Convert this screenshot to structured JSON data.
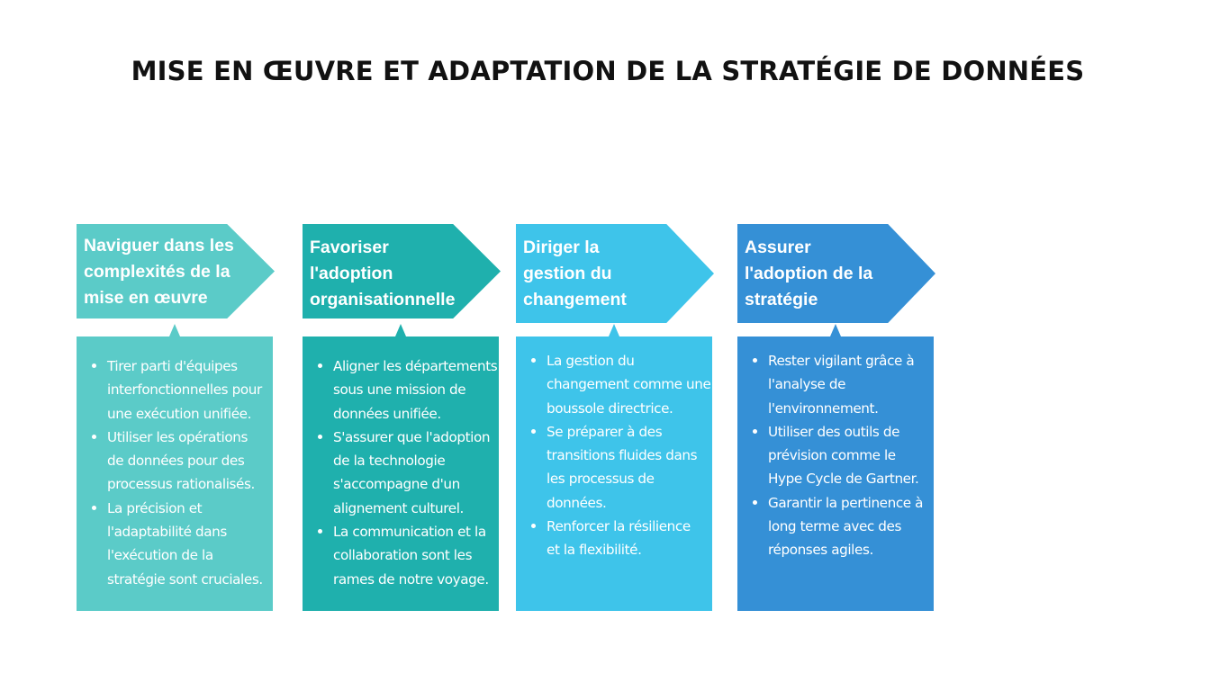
{
  "title": "MISE EN ŒUVRE ET ADAPTATION DE LA STRATÉGIE DE DONNÉES",
  "steps": [
    {
      "color": "#5bcbc8",
      "title_lines": [
        "Naviguer dans les",
        "complexités de la",
        "mise en œuvre"
      ],
      "bullets": [
        [
          "Tirer parti d'équipes",
          "interfonctionnelles pour",
          "une exécution unifiée."
        ],
        [
          "Utiliser les opérations",
          "de données pour des",
          "processus rationalisés."
        ],
        [
          "La précision et",
          "l'adaptabilité dans",
          "l'exécution de la",
          "stratégie sont cruciales."
        ]
      ]
    },
    {
      "color": "#1fb0ad",
      "title_lines": [
        "Favoriser",
        "l'adoption",
        "organisationnelle"
      ],
      "bullets": [
        [
          "Aligner les départements",
          "sous une mission de",
          "données unifiée."
        ],
        [
          "S'assurer que l'adoption",
          "de la technologie",
          "s'accompagne d'un",
          "alignement culturel."
        ],
        [
          "La communication et la",
          "collaboration sont les",
          "rames de notre voyage."
        ]
      ]
    },
    {
      "color": "#3ec4ea",
      "title_lines": [
        "Diriger la",
        "gestion du",
        "changement"
      ],
      "bullets": [
        [
          "La gestion du",
          "changement comme une",
          "boussole directrice."
        ],
        [
          "Se préparer à des",
          "transitions fluides dans",
          "les processus de",
          "données."
        ],
        [
          "Renforcer la résilience",
          "et la flexibilité."
        ]
      ]
    },
    {
      "color": "#3590d6",
      "title_lines": [
        "Assurer",
        "l'adoption de la",
        "stratégie"
      ],
      "bullets": [
        [
          "Rester vigilant grâce à",
          "l'analyse de",
          "l'environnement."
        ],
        [
          "Utiliser des outils de",
          "prévision comme le",
          "Hype Cycle de Gartner."
        ],
        [
          "Garantir la pertinence à",
          "long terme avec des",
          "réponses agiles."
        ]
      ]
    }
  ]
}
